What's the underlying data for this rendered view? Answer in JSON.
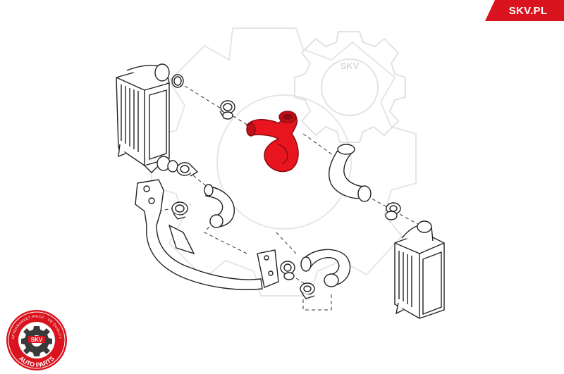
{
  "brand": {
    "site_label": "SKV.PL",
    "accent_color": "#d9141e"
  },
  "watermark": {
    "text": "SKV"
  },
  "badge": {
    "top_text": "AFTERMARKET PRICE · OE QUALITY",
    "center_text": "SKV",
    "bottom_text": "AUTO PARTS"
  },
  "diagram": {
    "highlight_color": "#e8141e",
    "line_color": "#222222"
  }
}
